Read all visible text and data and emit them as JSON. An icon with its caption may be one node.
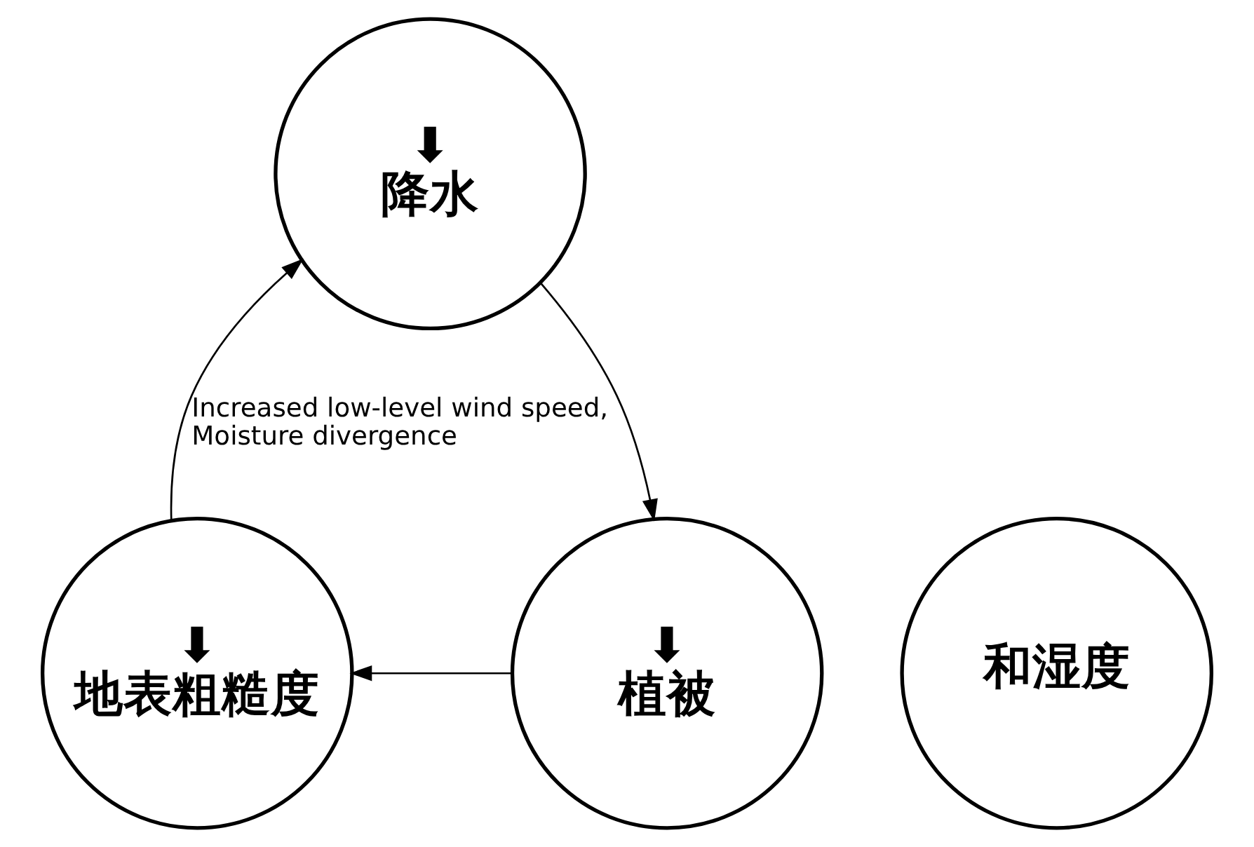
{
  "diagram": {
    "nodes": [
      {
        "text": [
          "⬇",
          "降水"
        ]
      },
      {
        "text": [
          "和湿度"
        ]
      },
      {
        "text": [
          "⬇",
          "地表粗糙度"
        ]
      },
      {
        "text": [
          "⬇",
          "植被"
        ]
      }
    ],
    "edges": [
      {
        "from": 2,
        "to": 0,
        "arrow": "to",
        "label": "Increased low-level wind speed, Moisture divergence"
      },
      {
        "from": 0,
        "to": 3,
        "arrow": "to"
      },
      {
        "from": 3,
        "to": 2,
        "arrow": "to"
      }
    ]
  }
}
